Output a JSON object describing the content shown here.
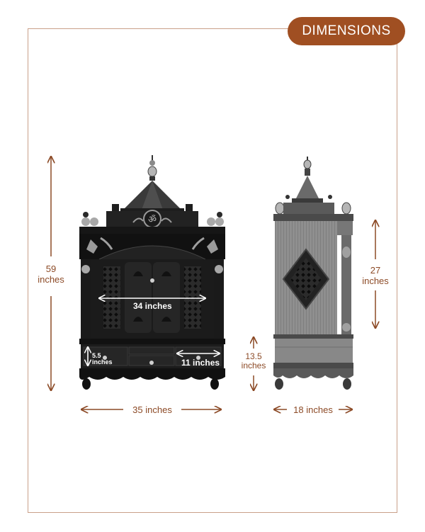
{
  "badge": {
    "label": "DIMENSIONS",
    "color": "#a04f22"
  },
  "accent_color": "#8c4a26",
  "dimensions": {
    "height": {
      "value": "59",
      "unit": "inches"
    },
    "front_width": "35 inches",
    "inner_width": "34 inches",
    "drawer_height": {
      "value": "5.5",
      "unit": "inches"
    },
    "drawer_width": "11 inches",
    "base_height": {
      "value": "13.5",
      "unit": "inches"
    },
    "side_depth": "18 inches",
    "side_upper_height": {
      "value": "27",
      "unit": "inches"
    }
  }
}
